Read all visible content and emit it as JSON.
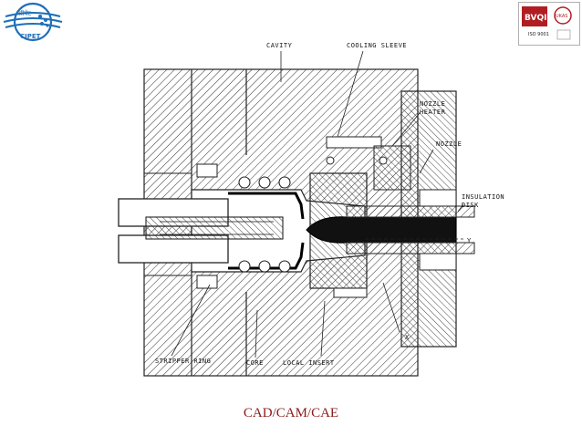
{
  "logo_left": {
    "script_text": "सीपेट",
    "acronym": "CIPET",
    "color": "#1f6fb8"
  },
  "logo_right": {
    "brand": "BVQI",
    "small_text": "UKAS",
    "iso": "ISO 9001",
    "red": "#b01e23"
  },
  "diagram": {
    "labels": {
      "cavity": "CAVITY",
      "cooling_sleeve": "COOLING SLEEVE",
      "nozzle_heater_1": "NOZZLE",
      "nozzle_heater_2": "HEATER",
      "nozzle": "NOZZLE",
      "insulation_1": "INSULATION",
      "insulation_2": "DISK",
      "y": "Y",
      "x": "X",
      "stripper_ring": "STRIPPER RING",
      "core": "CORE",
      "local_insert": "LOCAL INSERT"
    }
  },
  "footer": {
    "title": "CAD/CAM/CAE"
  }
}
